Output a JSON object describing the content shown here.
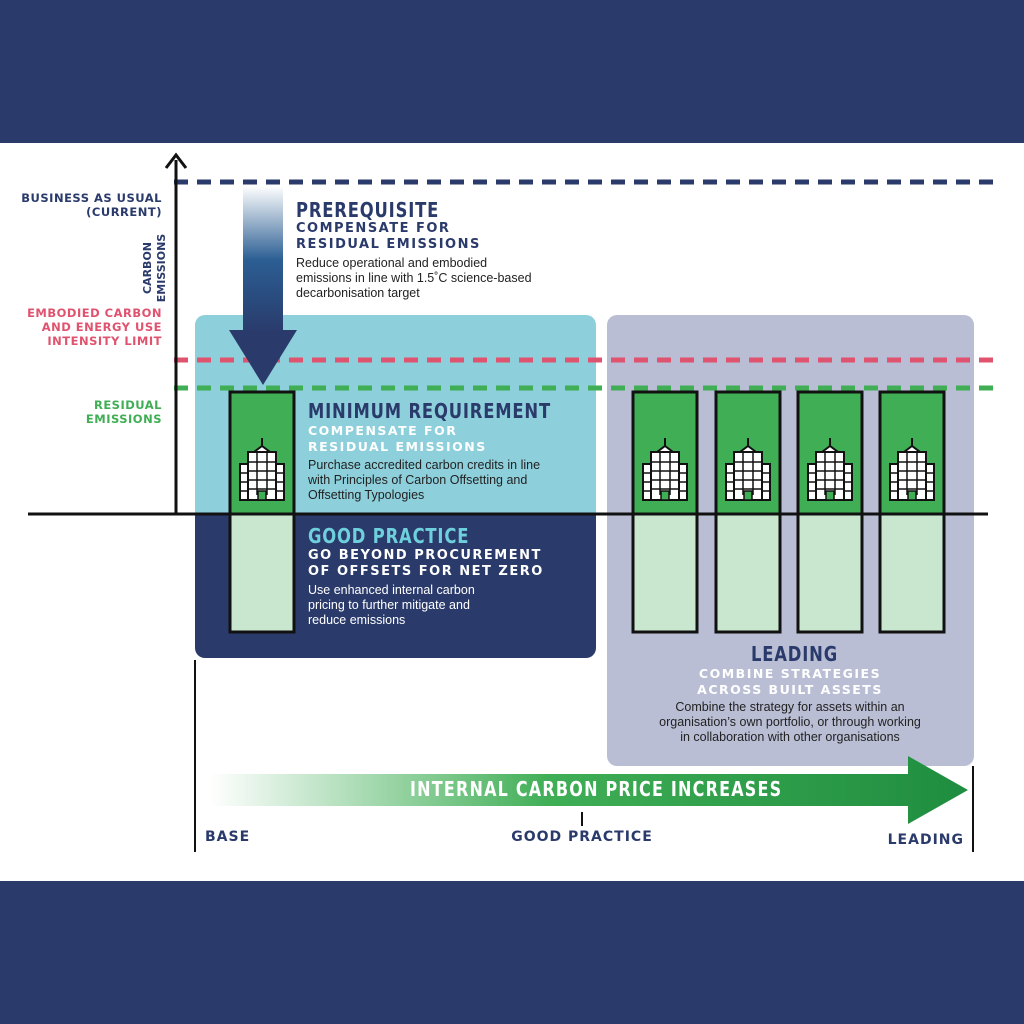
{
  "colors": {
    "navy": "#2a3a6b",
    "teal_box": "#8dcfdb",
    "grey_box": "#b9bed4",
    "green": "#3fae55",
    "light_green": "#c9e7cf",
    "pink": "#e0536f",
    "good_practice_title": "#6ed0dc"
  },
  "axis": {
    "y_label": "CARBON\nEMISSIONS",
    "levels": {
      "business_as_usual": "BUSINESS AS USUAL\n(CURRENT)",
      "embodied_limit": "EMBODIED CARBON\nAND ENERGY USE\nINTENSITY LIMIT",
      "residual": "RESIDUAL\nEMISSIONS"
    }
  },
  "prerequisite": {
    "title": "PREREQUISITE",
    "subtitle": "COMPENSATE FOR\nRESIDUAL EMISSIONS",
    "body": "Reduce operational and embodied\nemissions in line with 1.5˚C science-based\ndecarbonisation target"
  },
  "minimum": {
    "title": "MINIMUM REQUIREMENT",
    "subtitle": "COMPENSATE FOR\nRESIDUAL EMISSIONS",
    "body": "Purchase accredited carbon credits in line\nwith Principles of Carbon Offsetting and\nOffsetting Typologies"
  },
  "good_practice": {
    "title": "GOOD PRACTICE",
    "subtitle": "GO BEYOND PROCUREMENT\nOF OFFSETS FOR NET ZERO",
    "body": "Use enhanced internal carbon\npricing to further mitigate and\nreduce emissions"
  },
  "leading": {
    "title": "LEADING",
    "subtitle": "COMBINE STRATEGIES\nACROSS BUILT ASSETS",
    "body": "Combine the strategy for assets within an\norganisation’s own portfolio, or through working\nin collaboration with other organisations"
  },
  "arrow_label": "INTERNAL CARBON PRICE INCREASES",
  "scale": {
    "base": "BASE",
    "good_practice": "GOOD PRACTICE",
    "leading": "LEADING"
  },
  "icons": {
    "building": "building-icon",
    "down_arrow": "down-arrow-icon",
    "progress_arrow": "right-arrow-icon"
  }
}
